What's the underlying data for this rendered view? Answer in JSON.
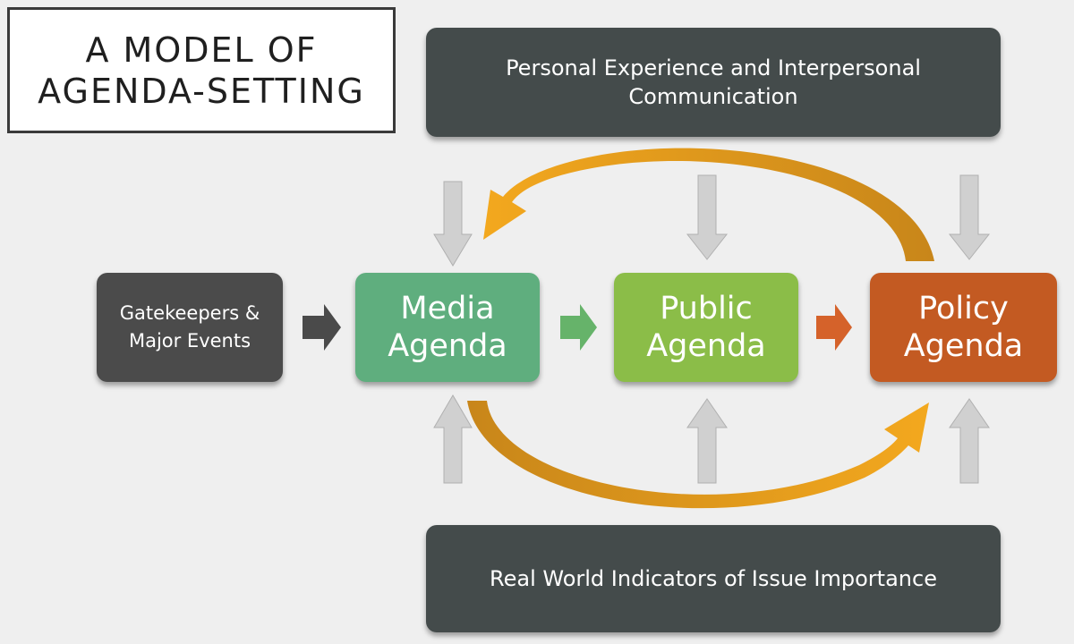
{
  "title": {
    "line1": "A MODEL OF",
    "line2": "AGENDA-SETTING"
  },
  "bars": {
    "top": "Personal Experience and Interpersonal Communication",
    "bottom": "Real World Indicators of Issue Importance"
  },
  "nodes": {
    "gatekeepers": "Gatekeepers &\nMajor Events",
    "media": "Media\nAgenda",
    "public": "Public\nAgenda",
    "policy": "Policy\nAgenda"
  },
  "colors": {
    "background": "#efefef",
    "dark_bar": "#444b4b",
    "gatekeepers": "#4b4b4b",
    "media": "#5fae7e",
    "public": "#8bbd48",
    "policy": "#c35a22",
    "curved_arrow": "#e8a020",
    "gray_arrow": "#d0d0d0"
  }
}
